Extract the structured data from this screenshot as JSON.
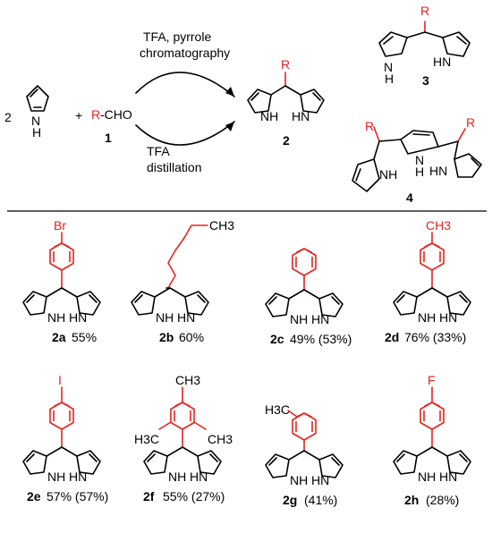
{
  "colors": {
    "substituent": "#e8231e",
    "bonds": "#000000"
  },
  "reaction": {
    "coefficient": "2",
    "plus": "+",
    "aldehyde_r": "R",
    "aldehyde_suffix": "-CHO",
    "aldehyde_number": "1",
    "upper_conditions": [
      "TFA, pyrrole",
      "chromatography"
    ],
    "lower_conditions": [
      "TFA",
      "distillation"
    ],
    "product_number": "2",
    "side_product_3": "3",
    "side_product_4": "4",
    "r_label": "R",
    "nh": "NH",
    "hn": "HN",
    "n": "N",
    "h": "H"
  },
  "compounds": [
    {
      "id": "2a",
      "yield": "55%",
      "substituent": "Br"
    },
    {
      "id": "2b",
      "yield": "60%",
      "substituent": "CH3",
      "sub": "3"
    },
    {
      "id": "2c",
      "yield": "49% (53%)"
    },
    {
      "id": "2d",
      "yield": "76% (33%)",
      "substituent": "CH3"
    },
    {
      "id": "2e",
      "yield": "57% (57%)",
      "substituent": "I"
    },
    {
      "id": "2f",
      "yield": "55% (27%)",
      "substituent": "CH3",
      "ortho_left": "H3C",
      "ortho_right": "CH3"
    },
    {
      "id": "2g",
      "yield": "(41%)",
      "substituent": "H3C"
    },
    {
      "id": "2h",
      "yield": "(28%)",
      "substituent": "F"
    }
  ]
}
